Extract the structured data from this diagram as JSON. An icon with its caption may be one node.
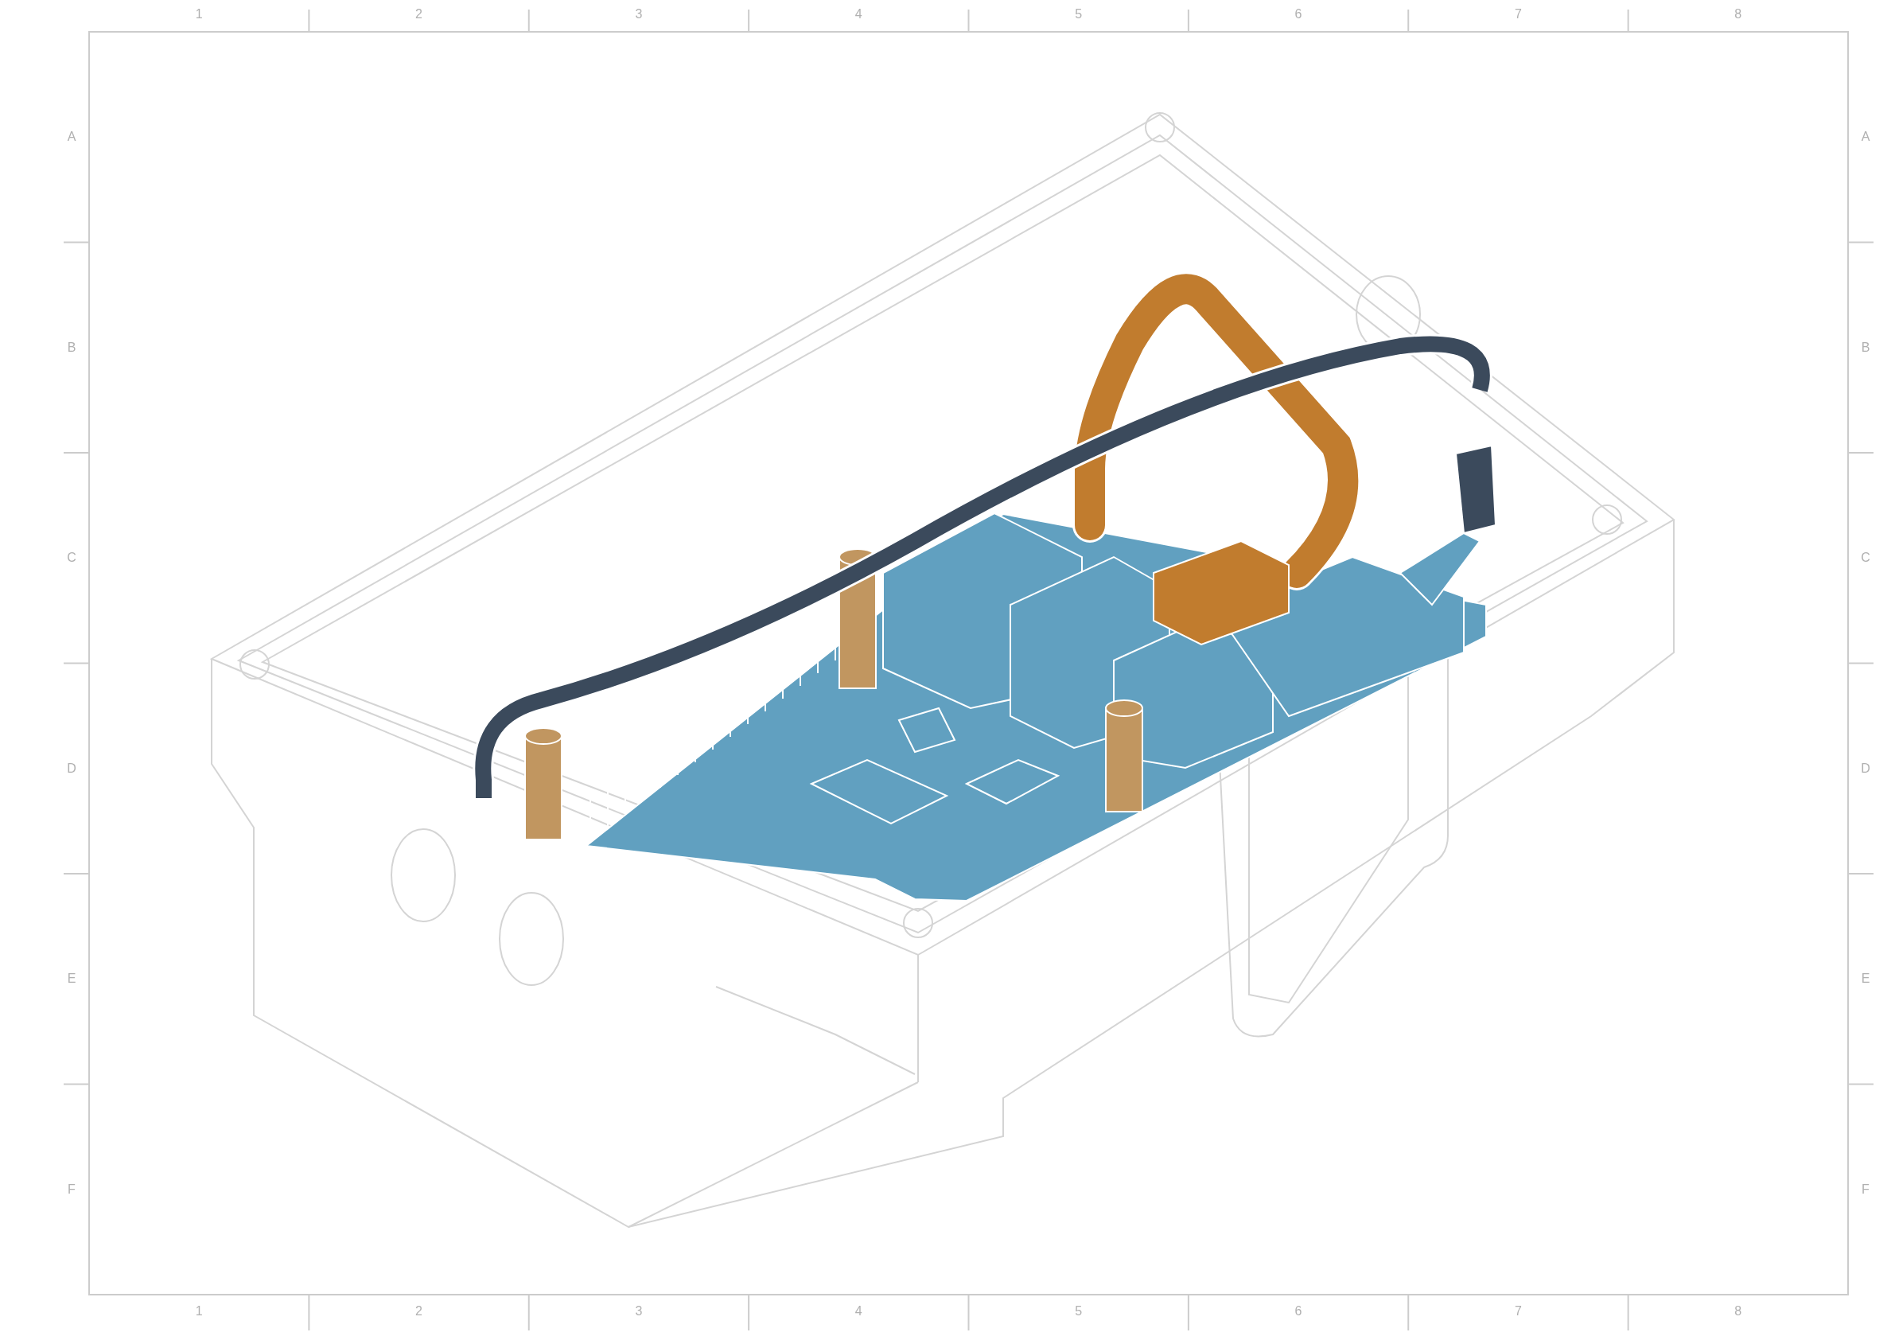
{
  "diagram": {
    "labels": [
      "1",
      "2",
      "3",
      "4",
      "5",
      "6",
      "7",
      "8",
      "A",
      "A",
      "B",
      "B",
      "C",
      "C",
      "D",
      "D",
      "E",
      "E",
      "F",
      "F",
      "1",
      "2",
      "3",
      "4",
      "5",
      "6",
      "7",
      "8"
    ]
  }
}
